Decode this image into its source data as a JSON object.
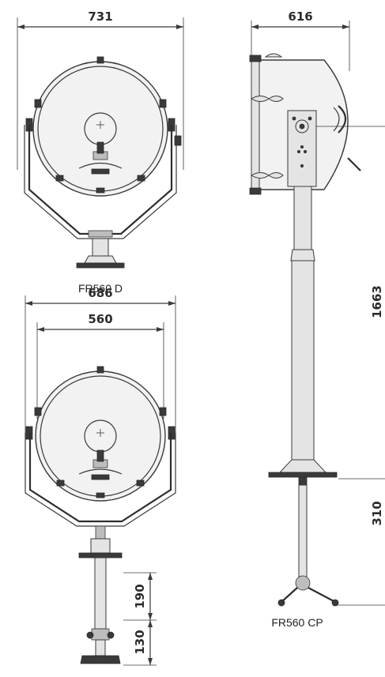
{
  "views": {
    "fr560d": {
      "caption": "FR560 D",
      "width_dim": "731"
    },
    "fr560b": {
      "outer_width_dim": "686",
      "inner_width_dim": "560",
      "column_dim": "190",
      "base_dim": "130"
    },
    "fr560cp": {
      "caption": "FR560 CP",
      "depth_dim": "616",
      "height_dim": "1663",
      "base_height_dim": "310"
    }
  },
  "colors": {
    "line": "#3a3a3a",
    "body": "#f2f2f2",
    "accent_dark": "#3a3a3a"
  }
}
